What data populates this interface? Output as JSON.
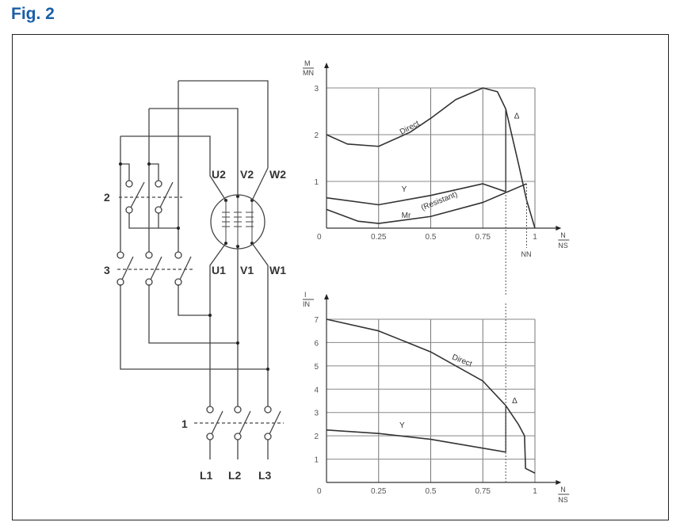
{
  "title": "Fig. 2",
  "circuit": {
    "switch_labels": [
      "1",
      "2",
      "3"
    ],
    "terminals_top": [
      "U2",
      "V2",
      "W2"
    ],
    "terminals_bottom": [
      "U1",
      "V1",
      "W1"
    ],
    "lines": [
      "L1",
      "L2",
      "L3"
    ]
  },
  "chart_data": [
    {
      "type": "line",
      "title": "",
      "ylabel_num": "M",
      "ylabel_den": "MN",
      "xlabel_num": "N",
      "xlabel_den": "NS",
      "marker_label": "NN",
      "xlim": [
        0,
        1
      ],
      "ylim": [
        0,
        3
      ],
      "xticks": [
        "0",
        "0.25",
        "0.5",
        "0.75",
        "1"
      ],
      "yticks": [
        "1",
        "2",
        "3"
      ],
      "xtick_values": [
        0.25,
        0.5,
        0.75,
        1
      ],
      "ytick_values": [
        1,
        2,
        3
      ],
      "switch_point": 0.86,
      "nominal_point": 0.96,
      "series": [
        {
          "name": "Direct",
          "points": [
            [
              0,
              2
            ],
            [
              0.1,
              1.8
            ],
            [
              0.25,
              1.75
            ],
            [
              0.4,
              2.05
            ],
            [
              0.5,
              2.35
            ],
            [
              0.62,
              2.75
            ],
            [
              0.75,
              3
            ],
            [
              0.82,
              2.92
            ],
            [
              0.86,
              2.55
            ],
            [
              0.92,
              1.4
            ],
            [
              0.96,
              0.6
            ],
            [
              1,
              0
            ]
          ]
        },
        {
          "name": "Y",
          "points": [
            [
              0,
              0.65
            ],
            [
              0.25,
              0.5
            ],
            [
              0.5,
              0.7
            ],
            [
              0.75,
              0.95
            ],
            [
              0.86,
              0.78
            ]
          ]
        },
        {
          "name": "Mr (Resistant)",
          "points": [
            [
              0,
              0.4
            ],
            [
              0.15,
              0.15
            ],
            [
              0.25,
              0.1
            ],
            [
              0.5,
              0.25
            ],
            [
              0.75,
              0.55
            ],
            [
              0.96,
              0.95
            ]
          ]
        }
      ],
      "annotations": [
        "Direct",
        "Y",
        "Mr",
        "(Resistant)",
        "Δ"
      ]
    },
    {
      "type": "line",
      "title": "",
      "ylabel_num": "I",
      "ylabel_den": "IN",
      "xlabel_num": "N",
      "xlabel_den": "NS",
      "xlim": [
        0,
        1
      ],
      "ylim": [
        0,
        7
      ],
      "xticks": [
        "0",
        "0.25",
        "0.5",
        "0.75",
        "1"
      ],
      "yticks": [
        "1",
        "2",
        "3",
        "4",
        "5",
        "6",
        "7"
      ],
      "xtick_values": [
        0.25,
        0.5,
        0.75,
        1
      ],
      "ytick_values": [
        1,
        2,
        3,
        4,
        5,
        6,
        7
      ],
      "switch_point": 0.86,
      "series": [
        {
          "name": "Direct",
          "points": [
            [
              0,
              7
            ],
            [
              0.25,
              6.5
            ],
            [
              0.5,
              5.6
            ],
            [
              0.75,
              4.35
            ],
            [
              0.86,
              3.3
            ],
            [
              0.92,
              2.5
            ],
            [
              0.95,
              2.0
            ],
            [
              0.955,
              0.6
            ],
            [
              1,
              0.4
            ]
          ]
        },
        {
          "name": "Y",
          "points": [
            [
              0,
              2.25
            ],
            [
              0.25,
              2.1
            ],
            [
              0.5,
              1.85
            ],
            [
              0.86,
              1.3
            ]
          ]
        }
      ],
      "annotations": [
        "Direct",
        "Y",
        "Δ"
      ]
    }
  ]
}
